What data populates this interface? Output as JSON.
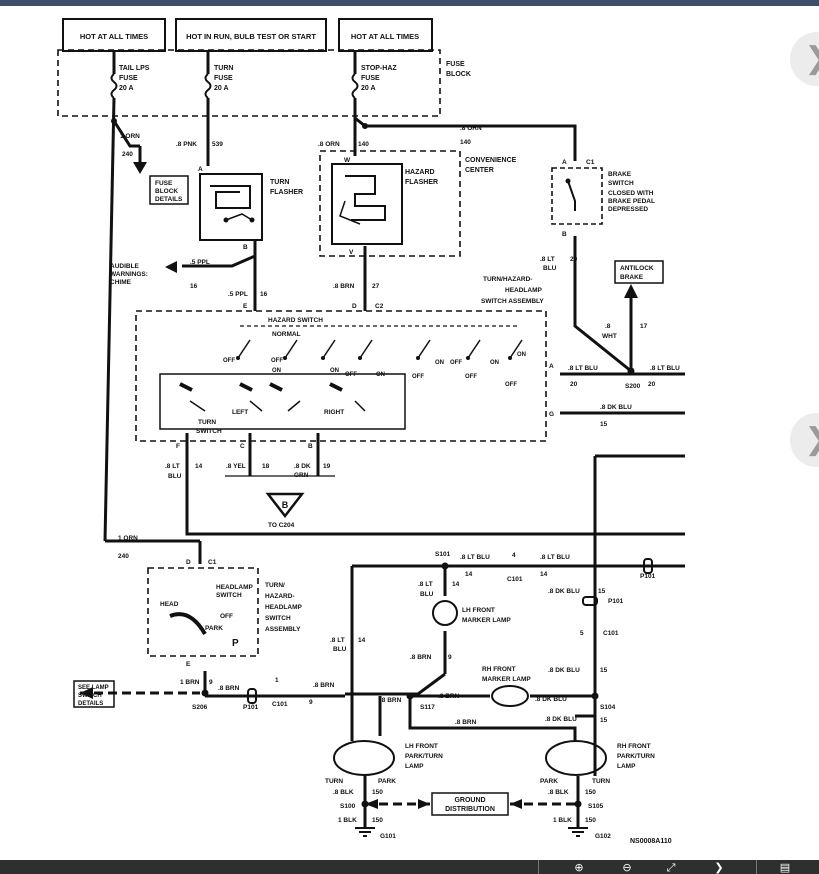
{
  "diagram": {
    "top_boxes": [
      "HOT AT ALL TIMES",
      "HOT IN RUN, BULB TEST OR START",
      "HOT AT ALL TIMES"
    ],
    "fuse_block": [
      "FUSE",
      "BLOCK"
    ],
    "fuses": [
      [
        "TAIL LPS",
        "FUSE",
        "20 A"
      ],
      [
        "TURN",
        "FUSE",
        "20 A"
      ],
      [
        "STOP-HAZ",
        "FUSE",
        "20 A"
      ]
    ],
    "fuse_block_details": [
      "FUSE",
      "BLOCK",
      "DETAILS"
    ],
    "turn_flasher": [
      "TURN",
      "FLASHER"
    ],
    "hazard_flasher": [
      "HAZARD",
      "FLASHER"
    ],
    "convenience_center": [
      "CONVENIENCE",
      "CENTER"
    ],
    "brake_switch": [
      "BRAKE",
      "SWITCH",
      "CLOSED WITH",
      "BRAKE PEDAL",
      "DEPRESSED"
    ],
    "audible": [
      "AUDIBLE",
      "WARNINGS:",
      "CHIME"
    ],
    "antilock": [
      "ANTILOCK",
      "BRAKE"
    ],
    "assembly": [
      "TURN/HAZARD-",
      "HEADLAMP",
      "SWITCH ASSEMBLY"
    ],
    "hazard_switch": [
      "HAZARD SWITCH",
      "NORMAL"
    ],
    "turn_switch": [
      "TURN",
      "SWITCH"
    ],
    "left": "LEFT",
    "right": "RIGHT",
    "off": "OFF",
    "on": "ON",
    "headlamp_switch": [
      "HEADLAMP",
      "SWITCH"
    ],
    "headlamp_assembly": [
      "TURN/",
      "HAZARD-",
      "HEADLAMP",
      "SWITCH",
      "ASSEMBLY"
    ],
    "head": "HEAD",
    "park": "PARK",
    "park_turn": "PARK",
    "turn": "TURN",
    "p_letter": "P",
    "to_c204": "TO C204",
    "b_letter": "B",
    "see_lamp": [
      "SEE LAMP",
      "SWITCH",
      "DETAILS"
    ],
    "lh_marker": [
      "LH FRONT",
      "MARKER LAMP"
    ],
    "rh_marker": [
      "RH FRONT",
      "MARKER LAMP"
    ],
    "lh_park": [
      "LH FRONT",
      "PARK/TURN",
      "LAMP"
    ],
    "rh_park": [
      "RH FRONT",
      "PARK/TURN",
      "LAMP"
    ],
    "ground_dist": [
      "GROUND",
      "DISTRIBUTION"
    ],
    "splices": [
      "S200",
      "S101",
      "S206",
      "S117",
      "S104",
      "S100",
      "S105",
      "G101",
      "G102"
    ],
    "connectors": [
      "C1",
      "C2",
      "C101",
      "P101"
    ],
    "wires": {
      "orn_1": "1 ORN",
      "c240": "240",
      "pnk": ".8 PNK",
      "c539": "539",
      "orn_8": ".8 ORN",
      "c140": "140",
      "ppl5": ".5 PPL",
      "c16": "16",
      "brn8": ".8 BRN",
      "c27": "27",
      "ltblu8": ".8 LT BLU",
      "ltblu_a": ".8 LT",
      "blu": "BLU",
      "c20": "20",
      "c14": "14",
      "c15": "15",
      "c17": "17",
      "c9": "9",
      "c18": "18",
      "c19": "19",
      "c150": "150",
      "c1": "1",
      "c4": "4",
      "c5": "5",
      "wht": "WHT",
      "dkblu": ".8 DK BLU",
      "yel": ".8 YEL",
      "dk": ".8 DK",
      "grn": "GRN",
      "brn1": "1 BRN",
      "blk8": ".8 BLK",
      "blk1": "1 BLK",
      "p8": ".8"
    },
    "pins": [
      "A",
      "B",
      "C",
      "D",
      "E",
      "F",
      "G",
      "V",
      "W"
    ],
    "code": "NS0008A110"
  },
  "nav": {
    "next": "❯",
    "next2": "❯"
  },
  "toolbar": {
    "icons": [
      "⊕",
      "⊖",
      "⤢",
      "❯",
      "▤"
    ]
  }
}
